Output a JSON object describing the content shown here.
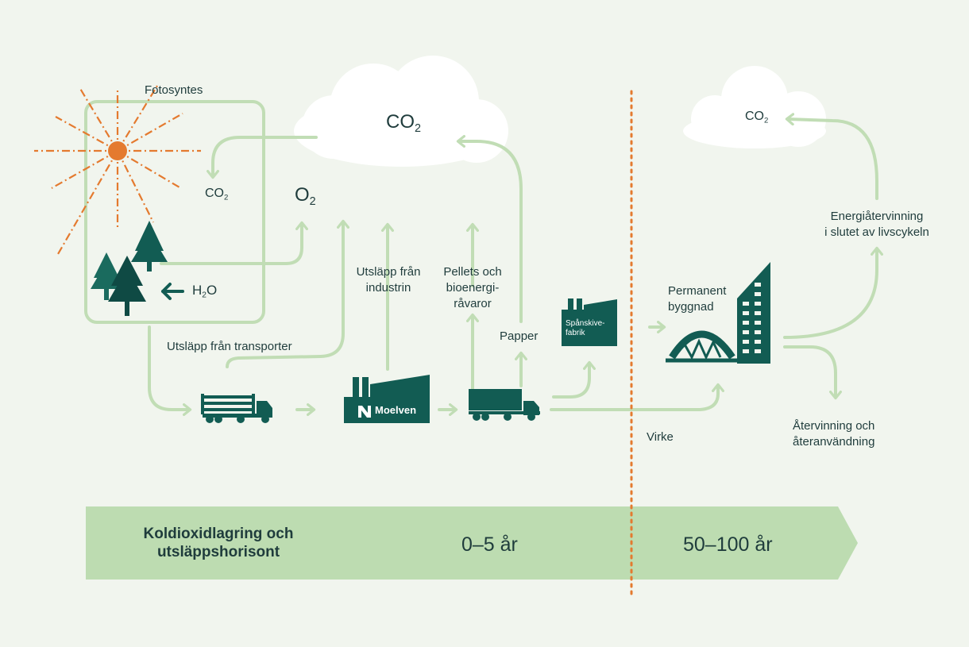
{
  "colors": {
    "background": "#f1f5ee",
    "arrow_green": "#c1ddb5",
    "dark_teal": "#125c53",
    "sun_orange": "#e47a2f",
    "band_green": "#bddcb1",
    "text_dark": "#1f3c3c",
    "divider_orange": "#e47a2f"
  },
  "labels": {
    "fotosyntes": "Fotosyntes",
    "utslapp_transporter": "Utsläpp från transporter",
    "utslapp_industrin_1": "Utsläpp från",
    "utslapp_industrin_2": "industrin",
    "pellets_1": "Pellets och",
    "pellets_2": "bioenergi-",
    "pellets_3": "råvaror",
    "papper": "Papper",
    "spanskive_1": "Spånskive-",
    "spanskive_2": "fabrik",
    "permanent_1": "Permanent",
    "permanent_2": "byggnad",
    "virke": "Virke",
    "energi_1": "Energiåtervinning",
    "energi_2": "i slutet av livscykeln",
    "atervinning_1": "Återvinning och",
    "atervinning_2": "återanvändning",
    "moelven": "Moelven"
  },
  "chem": {
    "co2_main": {
      "base": "CO",
      "sub": "2"
    },
    "co2_small": {
      "base": "CO",
      "sub": "2"
    },
    "co2_right": {
      "base": "CO",
      "sub": "2"
    },
    "o2": {
      "base": "O",
      "sub": "2"
    },
    "h2o": {
      "base": "H",
      "sub": "2",
      "tail": "O"
    }
  },
  "band": {
    "title_1": "Koldioxidlagring och",
    "title_2": "utsläppshorisont",
    "period_1": "0–5 år",
    "period_2": "50–100 år"
  },
  "icons": [
    "sun-icon",
    "tree-icon",
    "log-truck-icon",
    "factory-icon",
    "container-truck-icon",
    "chipboard-factory-icon",
    "bridge-icon",
    "building-icon",
    "cloud-icon"
  ]
}
